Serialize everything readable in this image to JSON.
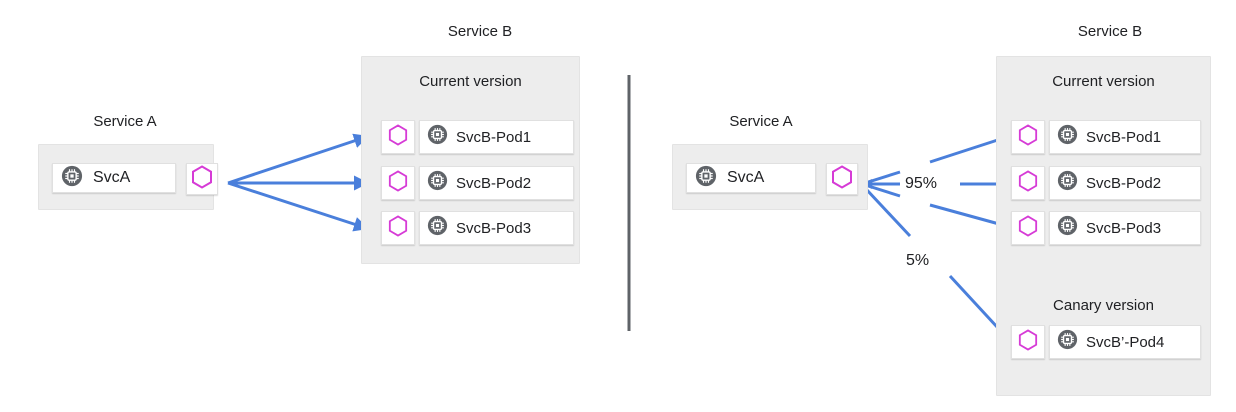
{
  "colors": {
    "arrow_blue": "#4a7fdb",
    "hexagon_magenta": "#d63bd6",
    "chip_gray": "#5f6368",
    "panel_gray": "#ededed",
    "card_white": "#ffffff",
    "text": "#202124",
    "divider_gray": "#5f6368"
  },
  "left": {
    "service_a": {
      "title": "Service A",
      "node": {
        "label": "SvcA",
        "chip_icon": "cpu-chip-icon",
        "proxy_icon": "hexagon-sidecar-icon"
      }
    },
    "service_b": {
      "title": "Service B",
      "sections": [
        {
          "caption": "Current version",
          "pods": [
            {
              "label": "SvcB-Pod1",
              "hex_icon": "hexagon-sidecar-icon",
              "chip_icon": "cpu-chip-icon"
            },
            {
              "label": "SvcB-Pod2",
              "hex_icon": "hexagon-sidecar-icon",
              "chip_icon": "cpu-chip-icon"
            },
            {
              "label": "SvcB-Pod3",
              "hex_icon": "hexagon-sidecar-icon",
              "chip_icon": "cpu-chip-icon"
            }
          ]
        }
      ]
    },
    "traffic_labels": []
  },
  "right": {
    "service_a": {
      "title": "Service A",
      "node": {
        "label": "SvcA",
        "chip_icon": "cpu-chip-icon",
        "proxy_icon": "hexagon-sidecar-icon"
      }
    },
    "service_b": {
      "title": "Service B",
      "sections": [
        {
          "caption": "Current version",
          "pods": [
            {
              "label": "SvcB-Pod1",
              "hex_icon": "hexagon-sidecar-icon",
              "chip_icon": "cpu-chip-icon"
            },
            {
              "label": "SvcB-Pod2",
              "hex_icon": "hexagon-sidecar-icon",
              "chip_icon": "cpu-chip-icon"
            },
            {
              "label": "SvcB-Pod3",
              "hex_icon": "hexagon-sidecar-icon",
              "chip_icon": "cpu-chip-icon"
            }
          ]
        },
        {
          "caption": "Canary  version",
          "pods": [
            {
              "label": "SvcB’-Pod4",
              "hex_icon": "hexagon-sidecar-icon",
              "chip_icon": "cpu-chip-icon"
            }
          ]
        }
      ]
    },
    "traffic_labels": [
      {
        "value": "95%",
        "target": "current-version"
      },
      {
        "value": "5%",
        "target": "canary-version"
      }
    ]
  }
}
